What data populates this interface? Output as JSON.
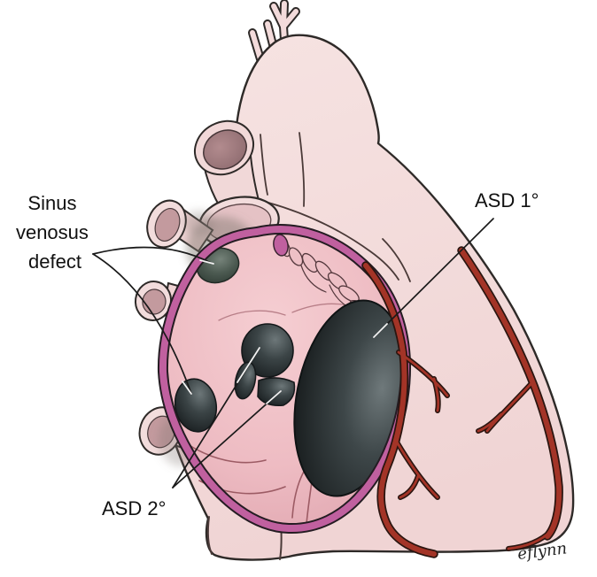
{
  "figure": {
    "type": "medical-illustration",
    "subject": "Heart cutaway showing types of atrial septal defects",
    "labels": {
      "sinus_venosus": {
        "line1": "Sinus",
        "line2": "venosus",
        "line3": "defect"
      },
      "asd_primum": "ASD 1°",
      "asd_secundum": "ASD 2°"
    },
    "signature": "eflynn",
    "colors": {
      "background": "#ffffff",
      "heart_body_pink": "#f3dbdb",
      "atrium_interior_pink": "#eebcc3",
      "cut_rim_magenta": "#c0609f",
      "coronary_artery_red": "#a33427",
      "defect_hole_dark": "#14181a",
      "vessel_lumen_mauve": "#c39a9e",
      "label_text": "#111111"
    }
  }
}
